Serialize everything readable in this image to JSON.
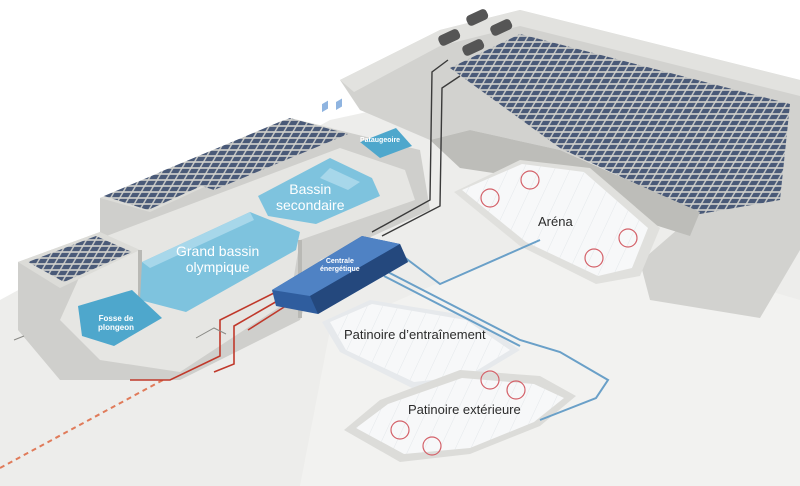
{
  "labels": {
    "pataugeoire": "Pataugeoire",
    "bassin_secondaire": [
      "Bassin",
      "secondaire"
    ],
    "grand_bassin": [
      "Grand bassin",
      "olympique"
    ],
    "fosse": [
      "Fosse de",
      "plongeon"
    ],
    "centrale": [
      "Centrale",
      "énergétique"
    ],
    "arena": "Aréna",
    "patinoire_entrainement": "Patinoire d’entraînement",
    "patinoire_exterieure": "Patinoire extérieure"
  },
  "colors": {
    "building": "#d9d9d6",
    "building_dark": "#b9b9b5",
    "solar": "#4a5a78",
    "pool": "#7ec3de",
    "pool_deep": "#4ea7cc",
    "ice": "#f4f6f7",
    "pipe_red": "#c0392b",
    "pipe_blue": "#6aa0c8",
    "centrale": "#2f5d9e"
  }
}
